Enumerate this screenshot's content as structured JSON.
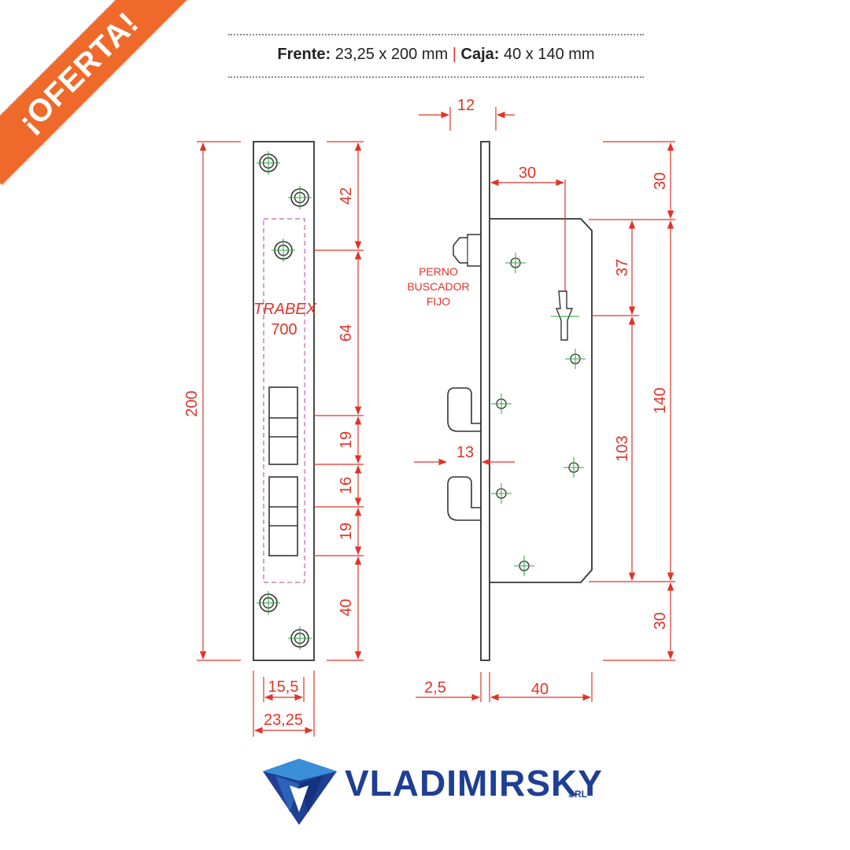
{
  "badge": {
    "text": "¡OFERTA!",
    "color": "#ef6a2a"
  },
  "specs": {
    "front_label": "Frente:",
    "front_value": "23,25 x 200 mm",
    "separator": "|",
    "box_label": "Caja:",
    "box_value": "40 x 140 mm"
  },
  "front_view": {
    "model_brand": "TRABEX",
    "model_number": "700",
    "height_total": "200",
    "seg_top": "42",
    "seg_mid": "64",
    "seg_19a": "19",
    "seg_16": "16",
    "seg_19b": "19",
    "seg_bottom": "40",
    "width_inner": "15,5",
    "width_total": "23,25"
  },
  "side_view": {
    "faceplate_thickness": "12",
    "backset_to_key": "30",
    "top_margin": "30",
    "key_offset": "37",
    "box_height": "140",
    "hook_spacing": "103",
    "bottom_margin": "30",
    "hook_projection": "13",
    "plate_thickness": "2,5",
    "box_depth": "40",
    "pin_label_1": "PERNO",
    "pin_label_2": "BUSCADOR",
    "pin_label_3": "FIJO"
  },
  "brand": {
    "name": "VLADIMIRSKY",
    "suffix": "SRL",
    "color": "#1f3f94"
  },
  "colors": {
    "dimension": "#e0342a",
    "outline": "#333333",
    "center": "#2aa63a",
    "guide": "#c060b0"
  }
}
